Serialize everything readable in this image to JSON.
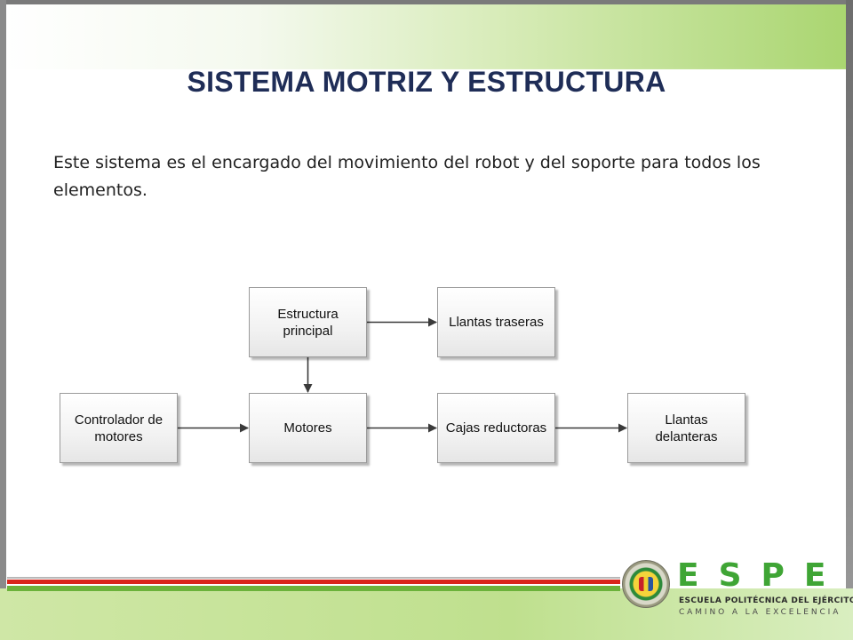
{
  "slide": {
    "title": "SISTEMA MOTRIZ Y ESTRUCTURA",
    "body": "Este sistema es el encargado del movimiento del robot y del soporte para todos los elementos."
  },
  "diagram": {
    "nodes": [
      {
        "id": "estructura",
        "label_lines": [
          "Estructura",
          "principal"
        ]
      },
      {
        "id": "llantas_traseras",
        "label_lines": [
          "Llantas traseras"
        ]
      },
      {
        "id": "controlador",
        "label_lines": [
          "Controlador de",
          "motores"
        ]
      },
      {
        "id": "motores",
        "label_lines": [
          "Motores"
        ]
      },
      {
        "id": "cajas",
        "label_lines": [
          "Cajas reductoras"
        ]
      },
      {
        "id": "llantas_delanteras",
        "label_lines": [
          "Llantas delanteras"
        ]
      }
    ],
    "edges": [
      {
        "from": "estructura",
        "to": "llantas_traseras"
      },
      {
        "from": "estructura",
        "to": "motores"
      },
      {
        "from": "controlador",
        "to": "motores"
      },
      {
        "from": "motores",
        "to": "cajas"
      },
      {
        "from": "cajas",
        "to": "llantas_delanteras"
      }
    ]
  },
  "logo": {
    "letters": "ESPE",
    "name": "ESCUELA POLITÉCNICA DEL EJÉRCITO",
    "motto": "CAMINO A LA EXCELENCIA",
    "accent_color": "#3fa535"
  },
  "colors": {
    "title": "#1f2d57",
    "band_green": "#a9d56f",
    "line_red": "#d7261b",
    "line_green": "#6bb23a"
  }
}
